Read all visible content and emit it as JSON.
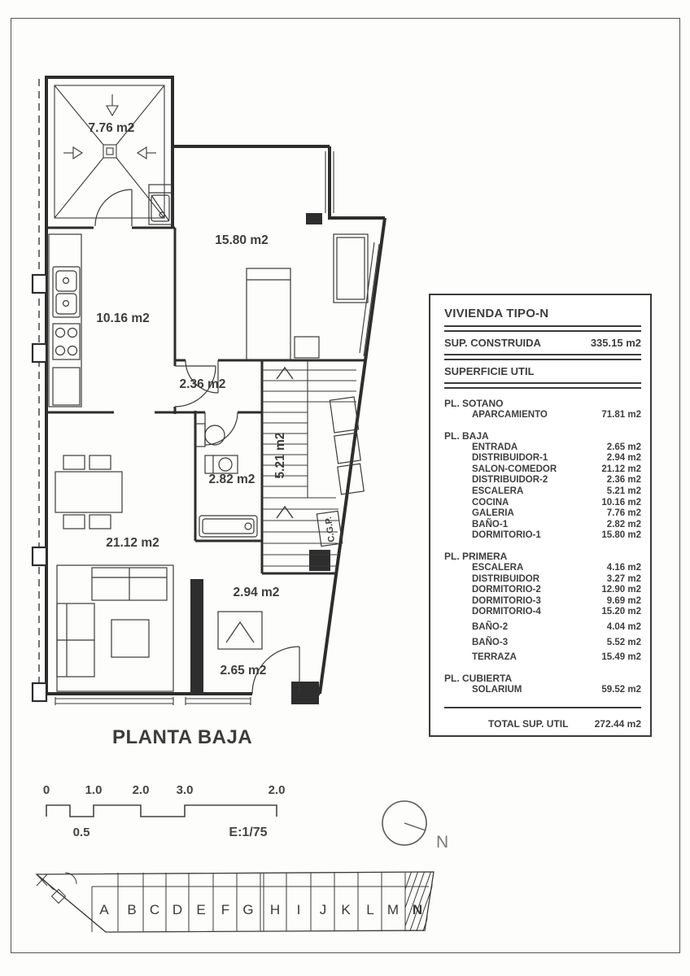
{
  "plan": {
    "title": "PLANTA BAJA",
    "labels": {
      "galeria": "7.76 m2",
      "dormitorio1": "15.80 m2",
      "cocina": "10.16 m2",
      "distribuidor2": "2.36 m2",
      "escalera": "5.21 m2",
      "bano1": "2.82 m2",
      "salon": "21.12 m2",
      "distribuidor1": "2.94 m2",
      "entrada": "2.65 m2",
      "cgp": "C.G.P."
    }
  },
  "info_table": {
    "title": "VIVIENDA TIPO-N",
    "built_label": "SUP. CONSTRUIDA",
    "built_value": "335.15 m2",
    "useful_label": "SUPERFICIE UTIL",
    "sections": [
      {
        "heading": "PL. SOTANO",
        "rows": [
          {
            "label": "APARCAMIENTO",
            "value": "71.81 m2"
          }
        ]
      },
      {
        "heading": "PL. BAJA",
        "rows": [
          {
            "label": "ENTRADA",
            "value": "2.65 m2"
          },
          {
            "label": "DISTRIBUIDOR-1",
            "value": "2.94 m2"
          },
          {
            "label": "SALON-COMEDOR",
            "value": "21.12 m2"
          },
          {
            "label": "DISTRIBUIDOR-2",
            "value": "2.36 m2"
          },
          {
            "label": "ESCALERA",
            "value": "5.21 m2"
          },
          {
            "label": "COCINA",
            "value": "10.16 m2"
          },
          {
            "label": "GALERIA",
            "value": "7.76 m2"
          },
          {
            "label": "BAÑO-1",
            "value": "2.82 m2"
          },
          {
            "label": "DORMITORIO-1",
            "value": "15.80 m2"
          }
        ]
      },
      {
        "heading": "PL. PRIMERA",
        "rows": [
          {
            "label": "ESCALERA",
            "value": "4.16 m2"
          },
          {
            "label": "DISTRIBUIDOR",
            "value": "3.27 m2"
          },
          {
            "label": "DORMITORIO-2",
            "value": "12.90 m2"
          },
          {
            "label": "DORMITORIO-3",
            "value": "9.69 m2"
          },
          {
            "label": "DORMITORIO-4",
            "value": "15.20 m2"
          },
          {
            "label": "BAÑO-2",
            "value": "4.04 m2"
          },
          {
            "label": "BAÑO-3",
            "value": "5.52 m2"
          },
          {
            "label": "TERRAZA",
            "value": "15.49 m2"
          }
        ]
      },
      {
        "heading": "PL. CUBIERTA",
        "rows": [
          {
            "label": "SOLARIUM",
            "value": "59.52 m2"
          }
        ]
      }
    ],
    "total_label": "TOTAL SUP. UTIL",
    "total_value": "272.44 m2"
  },
  "scalebar": {
    "top_labels": [
      "0",
      "1.0",
      "2.0",
      "3.0",
      "2.0"
    ],
    "half_label": "0.5",
    "scale_label": "E:1/75"
  },
  "north": {
    "label": "N"
  },
  "siteplan": {
    "plots": [
      "A",
      "B",
      "C",
      "D",
      "E",
      "F",
      "G",
      "H",
      "I",
      "J",
      "K",
      "L",
      "M",
      "N"
    ],
    "highlighted_plot": "N"
  }
}
